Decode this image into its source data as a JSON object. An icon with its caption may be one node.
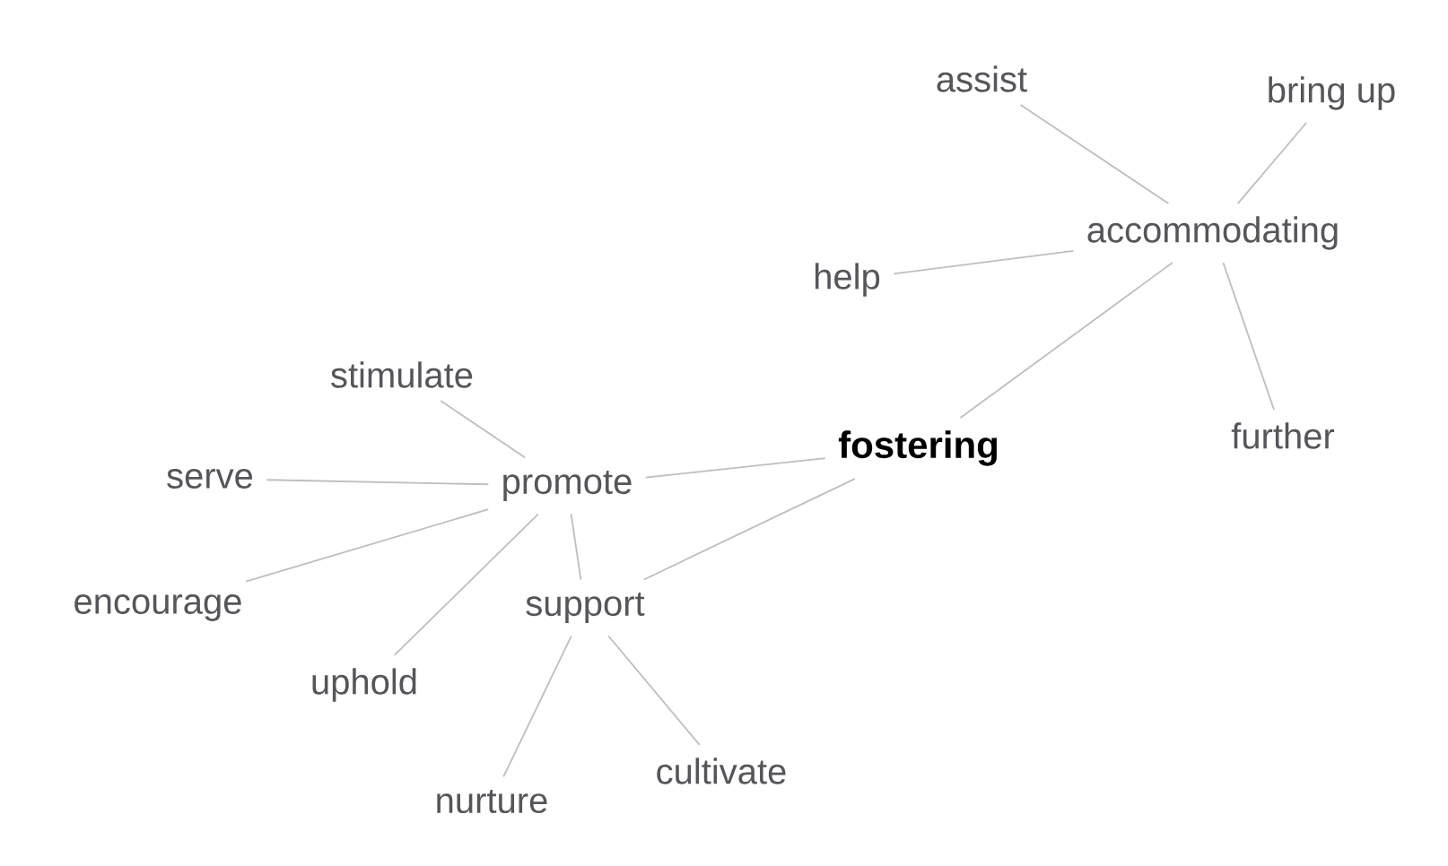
{
  "diagram": {
    "nodes": [
      {
        "text": [
          "fostering"
        ]
      },
      {
        "text": [
          "accommodating"
        ]
      },
      {
        "text": [
          "assist"
        ]
      },
      {
        "text": [
          "bring up"
        ]
      },
      {
        "text": [
          "help"
        ]
      },
      {
        "text": [
          "further"
        ]
      },
      {
        "text": [
          "promote"
        ]
      },
      {
        "text": [
          "stimulate"
        ]
      },
      {
        "text": [
          "serve"
        ]
      },
      {
        "text": [
          "encourage"
        ]
      },
      {
        "text": [
          "uphold"
        ]
      },
      {
        "text": [
          "support"
        ]
      },
      {
        "text": [
          "nurture"
        ]
      },
      {
        "text": [
          "cultivate"
        ]
      }
    ],
    "edges": [
      {
        "from": 0,
        "to": 1,
        "arrow": "none"
      },
      {
        "from": 1,
        "to": 2,
        "arrow": "none"
      },
      {
        "from": 1,
        "to": 3,
        "arrow": "none"
      },
      {
        "from": 1,
        "to": 4,
        "arrow": "none"
      },
      {
        "from": 1,
        "to": 5,
        "arrow": "none"
      },
      {
        "from": 0,
        "to": 6,
        "arrow": "none"
      },
      {
        "from": 0,
        "to": 11,
        "arrow": "none"
      },
      {
        "from": 6,
        "to": 7,
        "arrow": "none"
      },
      {
        "from": 6,
        "to": 8,
        "arrow": "none"
      },
      {
        "from": 6,
        "to": 9,
        "arrow": "none"
      },
      {
        "from": 6,
        "to": 10,
        "arrow": "none"
      },
      {
        "from": 6,
        "to": 11,
        "arrow": "none"
      },
      {
        "from": 11,
        "to": 12,
        "arrow": "none"
      },
      {
        "from": 11,
        "to": 13,
        "arrow": "none"
      }
    ]
  }
}
